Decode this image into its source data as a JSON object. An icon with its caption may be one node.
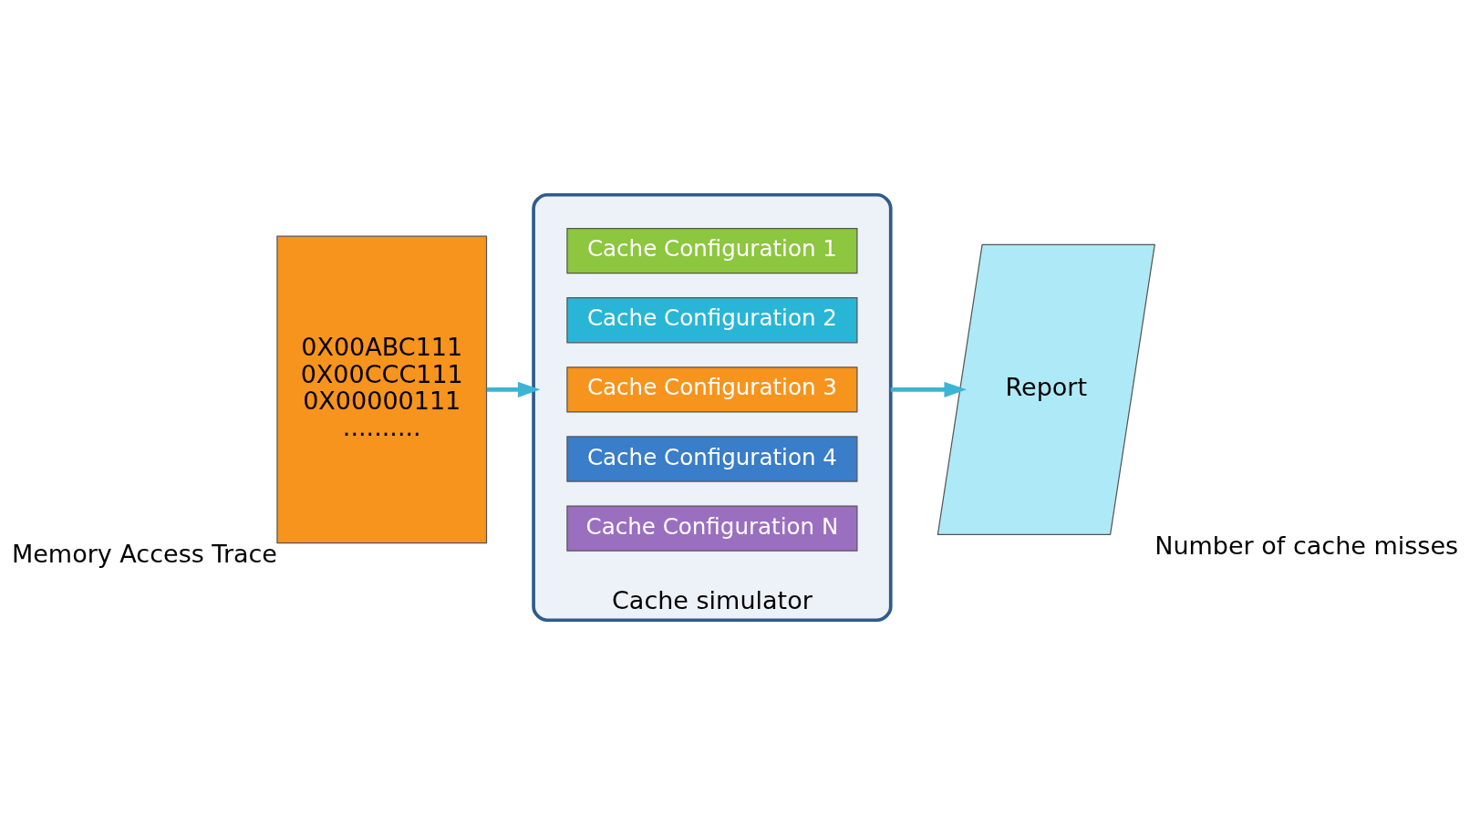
{
  "diagram": {
    "nodes": [
      {
        "text": [
          "0X00ABC111",
          "0X00CCC111",
          "0X00000111",
          ".........."
        ],
        "beside": [
          "Memory Access Trace"
        ]
      },
      {
        "text": [
          "Cache simulator"
        ]
      },
      {
        "text": [
          "Cache Configuration 1"
        ],
        "in": 1
      },
      {
        "text": [
          "Cache Configuration 2"
        ],
        "in": 1
      },
      {
        "text": [
          "Cache Configuration 3"
        ],
        "in": 1
      },
      {
        "text": [
          "Cache Configuration 4"
        ],
        "in": 1
      },
      {
        "text": [
          "Cache Configuration N"
        ],
        "in": 1
      },
      {
        "text": [
          "Report"
        ],
        "beside": [
          "Number of cache misses"
        ]
      }
    ],
    "edges": [
      {
        "from": 0,
        "to": 1,
        "arrow": "to"
      },
      {
        "from": 1,
        "to": 7,
        "arrow": "to"
      }
    ]
  }
}
